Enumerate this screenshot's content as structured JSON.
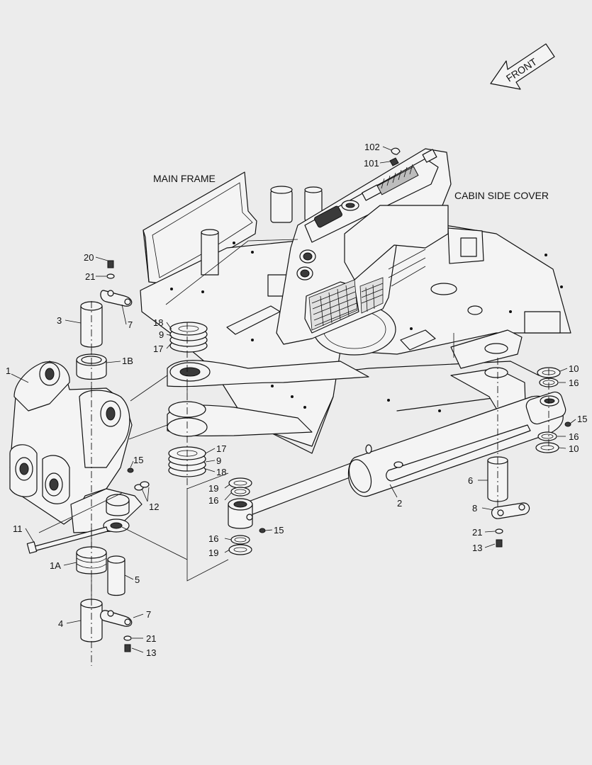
{
  "titles": {
    "main_frame": "MAIN FRAME",
    "cabin_side_cover": "CABIN SIDE COVER",
    "front": "FRONT"
  },
  "callouts": [
    {
      "id": "c-102",
      "label": "102"
    },
    {
      "id": "c-101",
      "label": "101"
    },
    {
      "id": "c-20",
      "label": "20"
    },
    {
      "id": "c-21a",
      "label": "21"
    },
    {
      "id": "c-3",
      "label": "3"
    },
    {
      "id": "c-7a",
      "label": "7"
    },
    {
      "id": "c-1b",
      "label": "1B"
    },
    {
      "id": "c-1",
      "label": "1"
    },
    {
      "id": "c-18a",
      "label": "18"
    },
    {
      "id": "c-9a",
      "label": "9"
    },
    {
      "id": "c-17a",
      "label": "17"
    },
    {
      "id": "c-15a",
      "label": "15"
    },
    {
      "id": "c-12",
      "label": "12"
    },
    {
      "id": "c-17b",
      "label": "17"
    },
    {
      "id": "c-9b",
      "label": "9"
    },
    {
      "id": "c-18b",
      "label": "18"
    },
    {
      "id": "c-19a",
      "label": "19"
    },
    {
      "id": "c-16a",
      "label": "16"
    },
    {
      "id": "c-16b",
      "label": "16"
    },
    {
      "id": "c-19b",
      "label": "19"
    },
    {
      "id": "c-15b",
      "label": "15"
    },
    {
      "id": "c-11",
      "label": "11"
    },
    {
      "id": "c-1a",
      "label": "1A"
    },
    {
      "id": "c-5",
      "label": "5"
    },
    {
      "id": "c-4",
      "label": "4"
    },
    {
      "id": "c-7b",
      "label": "7"
    },
    {
      "id": "c-21b",
      "label": "21"
    },
    {
      "id": "c-13a",
      "label": "13"
    },
    {
      "id": "c-2",
      "label": "2"
    },
    {
      "id": "c-10a",
      "label": "10"
    },
    {
      "id": "c-16c",
      "label": "16"
    },
    {
      "id": "c-15c",
      "label": "15"
    },
    {
      "id": "c-16d",
      "label": "16"
    },
    {
      "id": "c-10b",
      "label": "10"
    },
    {
      "id": "c-6",
      "label": "6"
    },
    {
      "id": "c-8",
      "label": "8"
    },
    {
      "id": "c-21c",
      "label": "21"
    },
    {
      "id": "c-13b",
      "label": "13"
    }
  ]
}
